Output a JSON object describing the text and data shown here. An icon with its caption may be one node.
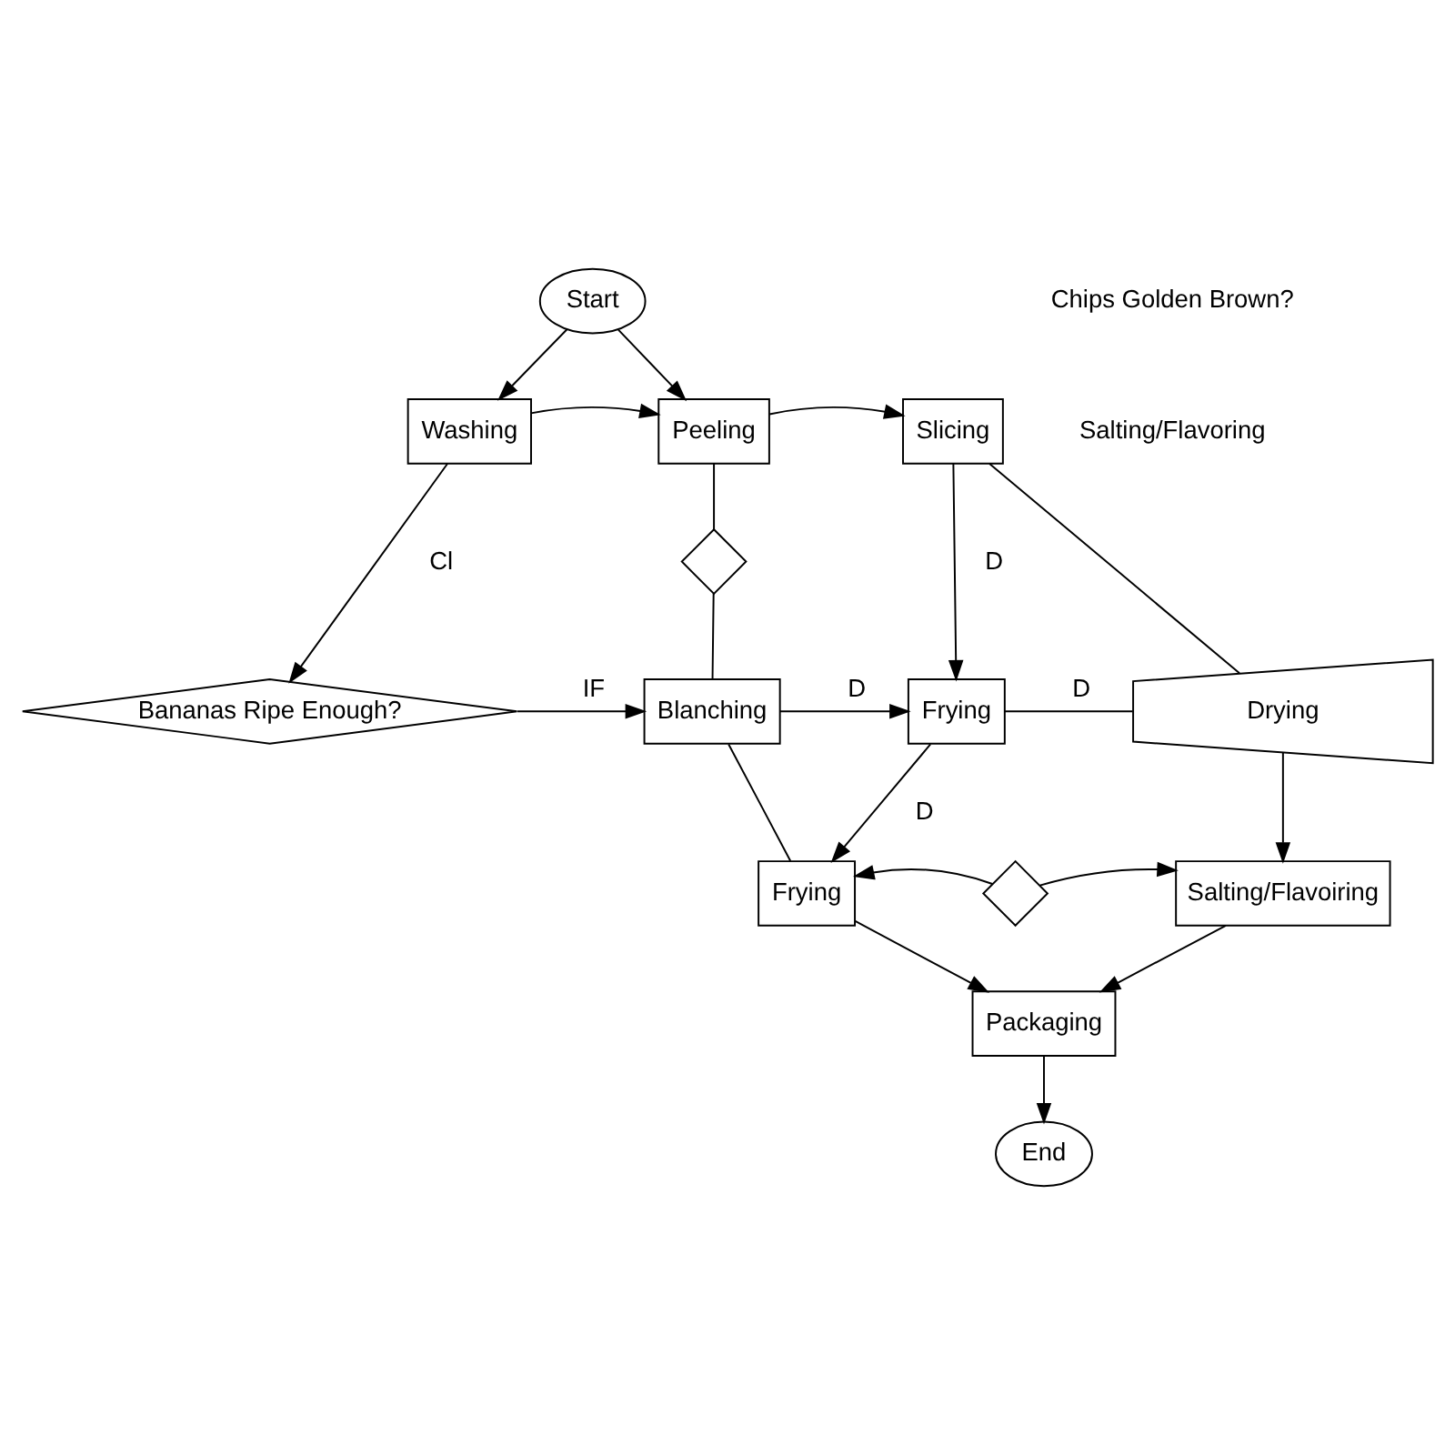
{
  "diagram": {
    "nodes": [
      {
        "text": [
          "Start"
        ]
      },
      {
        "text": [
          "Washing"
        ]
      },
      {
        "text": [
          "Peeling"
        ]
      },
      {
        "text": [
          "Slicing"
        ]
      },
      {
        "text": [
          "Bananas Ripe Enough?"
        ]
      },
      {
        "text": [],
        "shape": "diamond"
      },
      {
        "text": [
          "Blanching"
        ]
      },
      {
        "text": [
          "Frying"
        ]
      },
      {
        "text": [
          "Drying"
        ]
      },
      {
        "text": [
          "Frying"
        ]
      },
      {
        "text": [],
        "shape": "diamond"
      },
      {
        "text": [
          "Salting/Flavoiring"
        ]
      },
      {
        "text": [
          "Packaging"
        ]
      },
      {
        "text": [
          "End"
        ]
      }
    ],
    "edges": [
      {
        "from": 0,
        "to": 1,
        "arrow": "to"
      },
      {
        "from": 0,
        "to": 2,
        "arrow": "to"
      },
      {
        "from": 1,
        "to": 2,
        "arrow": "to"
      },
      {
        "from": 2,
        "to": 3,
        "arrow": "to"
      },
      {
        "from": 1,
        "to": 4,
        "arrow": "to",
        "label": "Cl"
      },
      {
        "from": 2,
        "to": 5,
        "arrow": "none"
      },
      {
        "from": 5,
        "to": 6,
        "arrow": "none"
      },
      {
        "from": 4,
        "to": 6,
        "arrow": "to",
        "label": "IF"
      },
      {
        "from": 3,
        "to": 7,
        "arrow": "to",
        "label": "D"
      },
      {
        "from": 6,
        "to": 7,
        "arrow": "to",
        "label": "D"
      },
      {
        "from": 3,
        "to": 8,
        "arrow": "none"
      },
      {
        "from": 7,
        "to": 8,
        "arrow": "none",
        "label": "D"
      },
      {
        "from": 7,
        "to": 9,
        "arrow": "to",
        "label": "D"
      },
      {
        "from": 6,
        "to": 9,
        "arrow": "none"
      },
      {
        "from": 8,
        "to": 11,
        "arrow": "to"
      },
      {
        "from": 10,
        "to": 9,
        "arrow": "to"
      },
      {
        "from": 10,
        "to": 11,
        "arrow": "to"
      },
      {
        "from": 9,
        "to": 12,
        "arrow": "to"
      },
      {
        "from": 11,
        "to": 12,
        "arrow": "to"
      },
      {
        "from": 12,
        "to": 13,
        "arrow": "to"
      }
    ],
    "labels": [
      "Chips Golden Brown?",
      "Salting/Flavoring"
    ]
  }
}
